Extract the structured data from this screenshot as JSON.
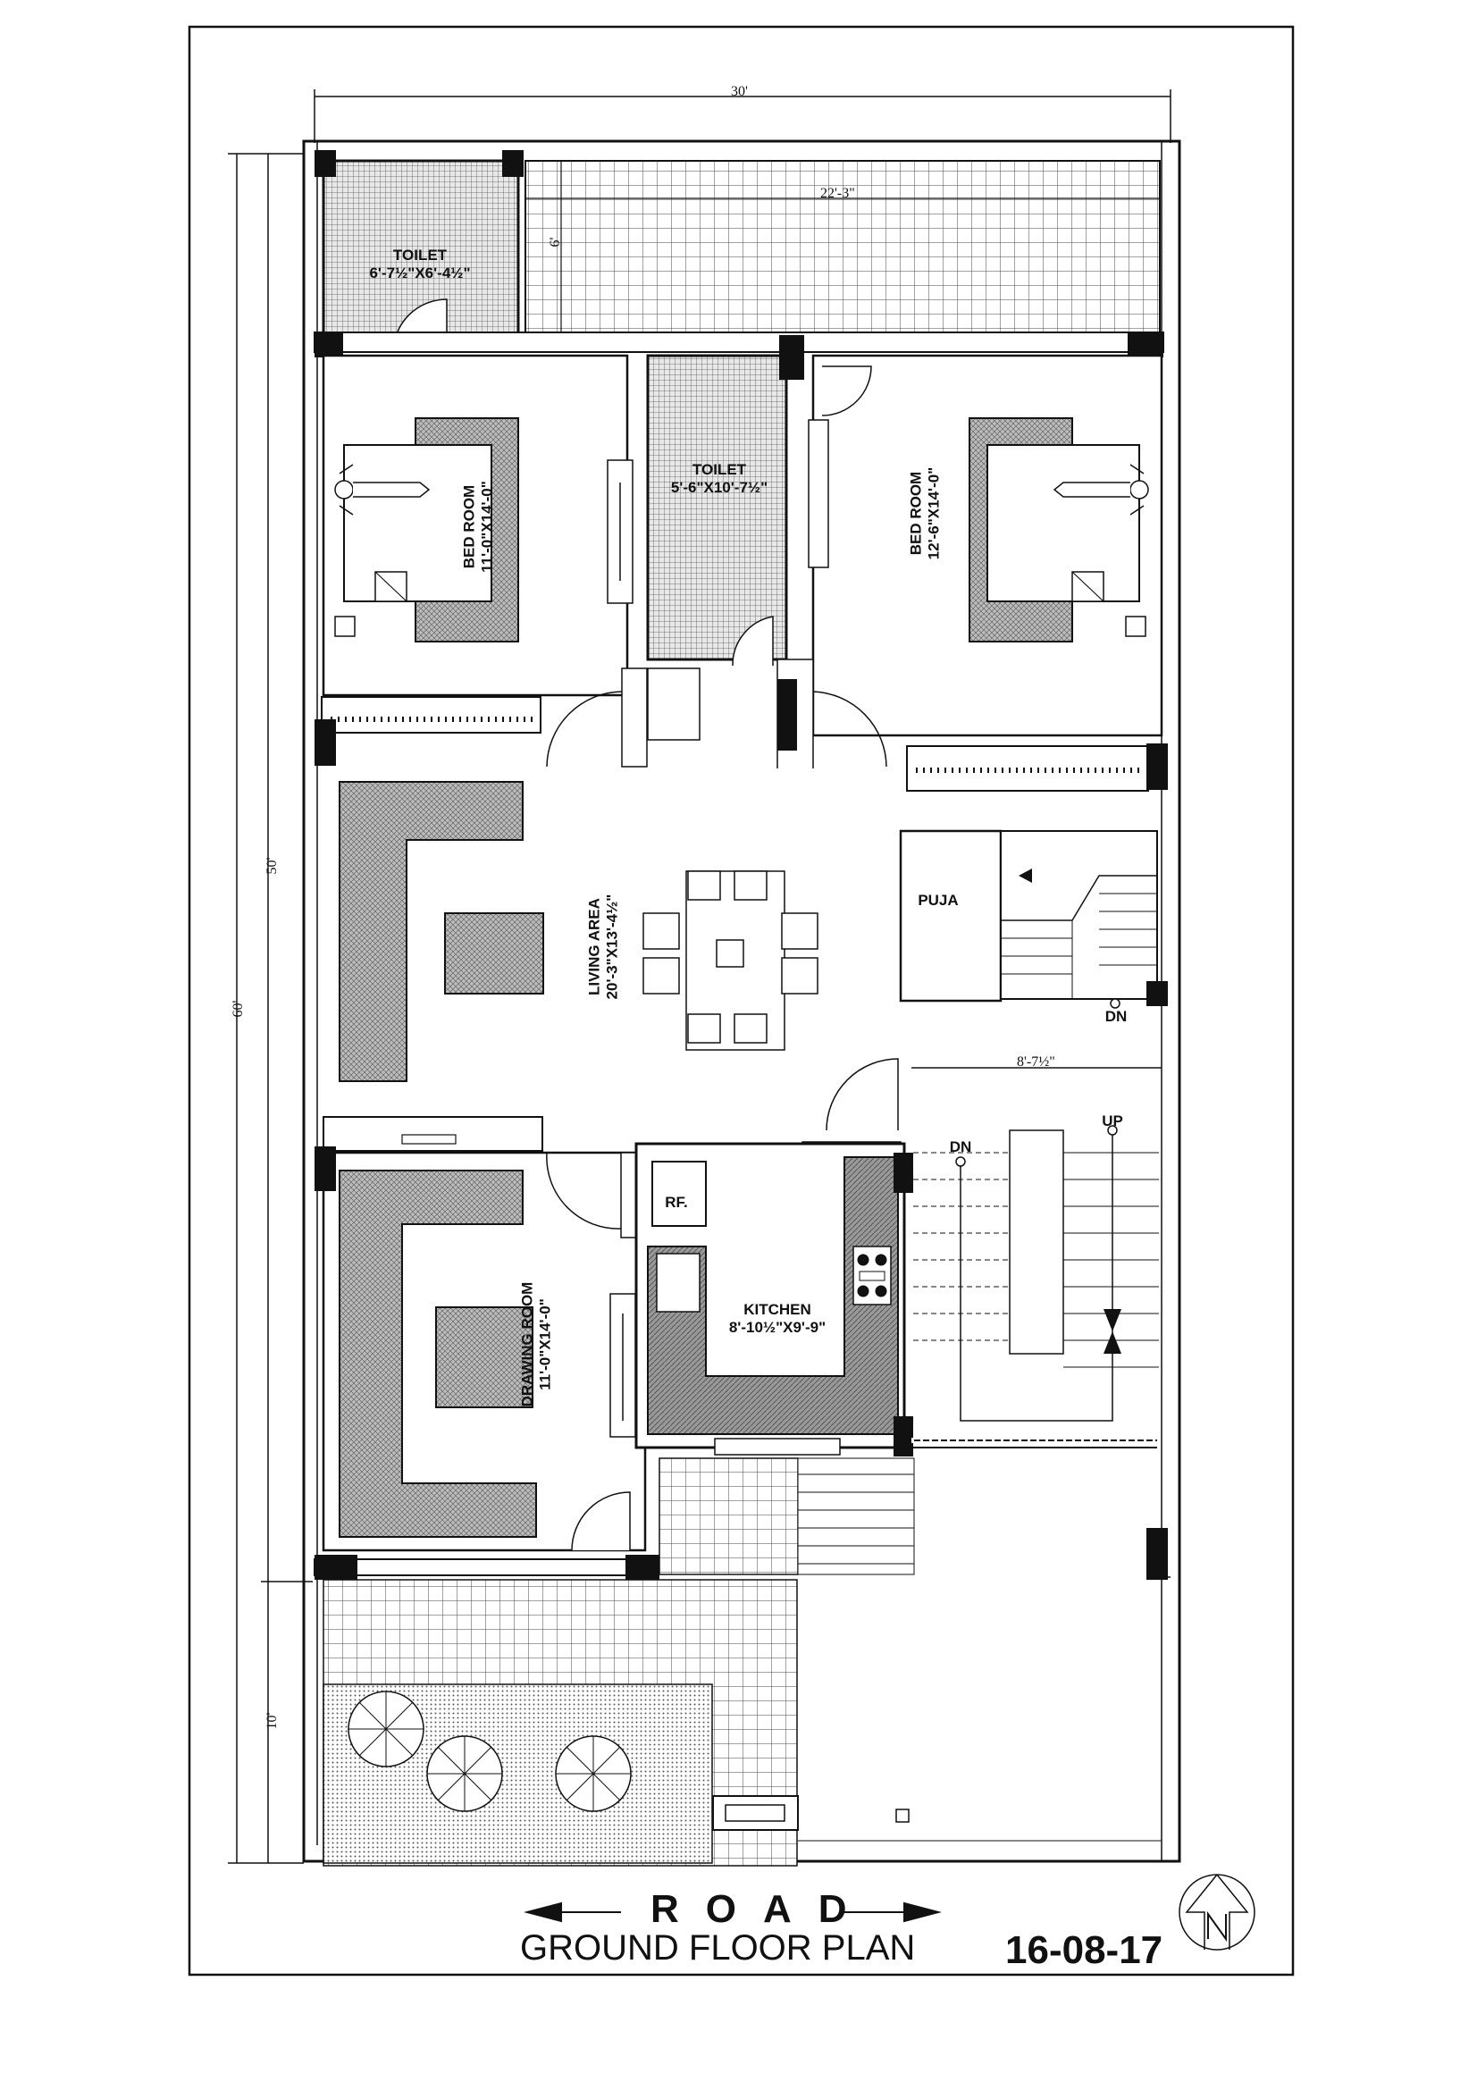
{
  "plan": {
    "title": "GROUND FLOOR PLAN",
    "date": "16-08-17",
    "road_label": "ROAD",
    "north_symbol": "north-arrow-icon"
  },
  "dimensions": {
    "overall_width": "30'",
    "overall_depth": "60'",
    "house_depth": "50'",
    "front_setback": "10'",
    "rear_court_width": "22'-3\"",
    "rear_court_depth": "6'",
    "stair_width": "8'-7½\""
  },
  "rooms": {
    "toilet_rear": {
      "name": "TOILET",
      "size": "6'-7½\"X6'-4½\""
    },
    "toilet_mid": {
      "name": "TOILET",
      "size": "5'-6\"X10'-7½\""
    },
    "bed_room_left": {
      "name": "BED ROOM",
      "size": "11'-0\"X14'-0\""
    },
    "bed_room_right": {
      "name": "BED ROOM",
      "size": "12'-6\"X14'-0\""
    },
    "living_area": {
      "name": "LIVING AREA",
      "size": "20'-3\"X13'-4½\""
    },
    "puja": {
      "name": "PUJA"
    },
    "drawing_room": {
      "name": "DRAWING ROOM",
      "size": "11'-0\"X14'-0\""
    },
    "kitchen": {
      "name": "KITCHEN",
      "size": "8'-10½\"X9'-9\""
    },
    "fridge": {
      "name": "RF."
    }
  },
  "stairs": {
    "upper_label": "DN",
    "lower_dn": "DN",
    "lower_up": "UP"
  },
  "colors": {
    "line": "#111111",
    "hatch": "#555555",
    "background": "#ffffff"
  }
}
